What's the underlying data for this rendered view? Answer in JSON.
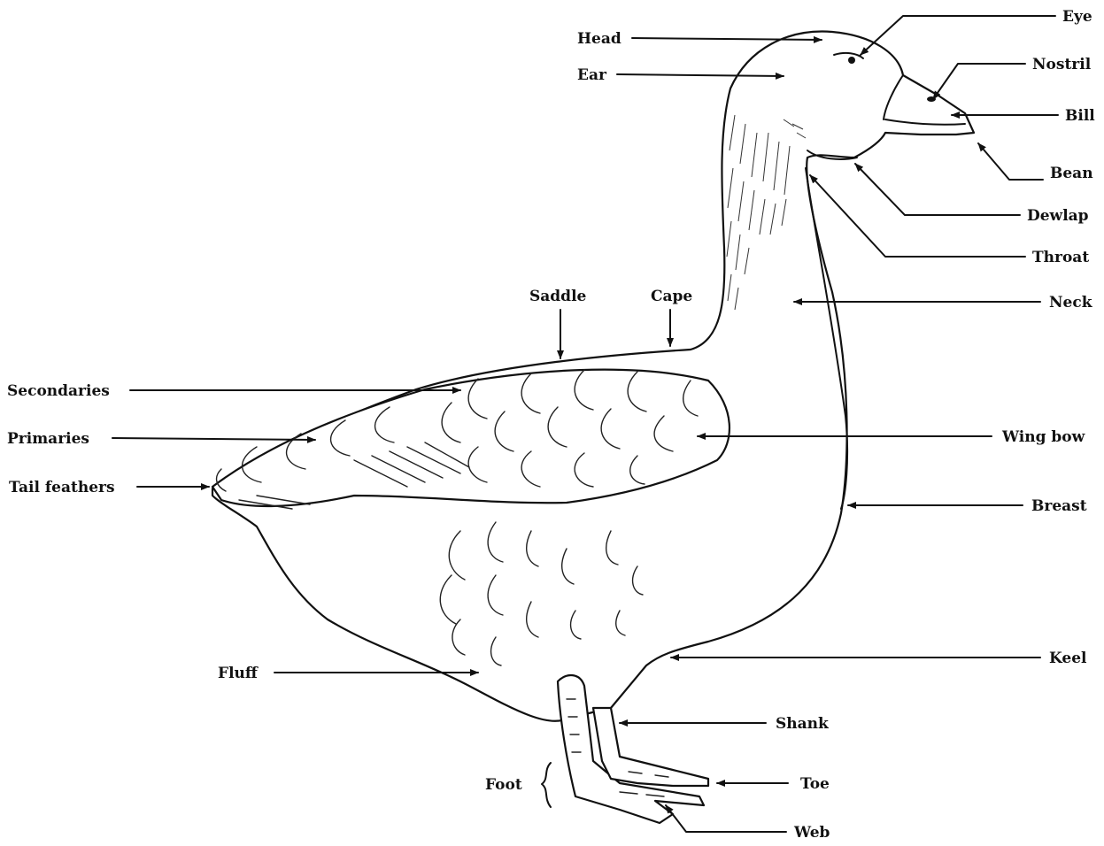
{
  "labels": {
    "head": "Head",
    "ear": "Ear",
    "eye": "Eye",
    "nostril": "Nostril",
    "bill": "Bill",
    "bean": "Bean",
    "dewlap": "Dewlap",
    "throat": "Throat",
    "neck": "Neck",
    "saddle": "Saddle",
    "cape": "Cape",
    "secondaries": "Secondaries",
    "primaries": "Primaries",
    "tail_feathers": "Tail feathers",
    "wing_bow": "Wing bow",
    "breast": "Breast",
    "keel": "Keel",
    "fluff": "Fluff",
    "shank": "Shank",
    "foot": "Foot",
    "toe": "Toe",
    "web": "Web"
  },
  "colors": {
    "ink": "#111111",
    "background": "#ffffff"
  }
}
